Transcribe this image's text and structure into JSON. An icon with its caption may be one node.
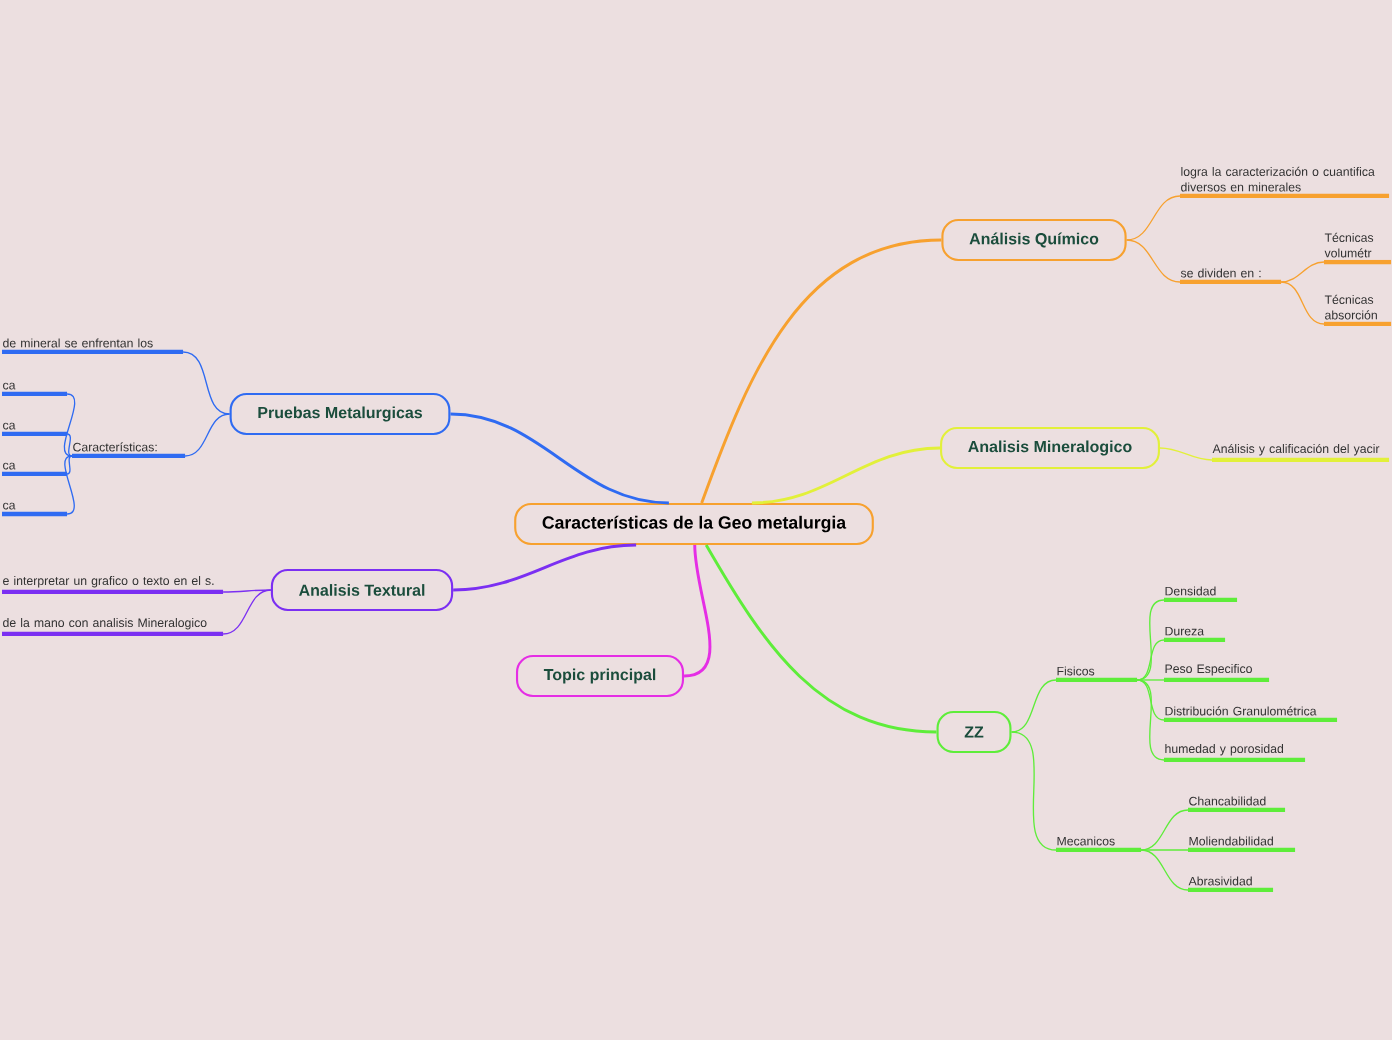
{
  "diagram": {
    "nodes": [
      {
        "text": [
          "Características de la Geo metalurgia"
        ]
      },
      {
        "text": [
          "Análisis Químico"
        ]
      },
      {
        "text": [
          "logra la caracterización o cuantifica diversos en minerales"
        ]
      },
      {
        "text": [
          "se dividen en :"
        ]
      },
      {
        "text": [
          "Técnicas volumétr"
        ]
      },
      {
        "text": [
          "Técnicas absorción"
        ]
      },
      {
        "text": [
          "Analisis Mineralogico"
        ]
      },
      {
        "text": [
          "Análisis y calificación  del yacir"
        ]
      },
      {
        "text": [
          "ZZ"
        ]
      },
      {
        "text": [
          "Fisicos"
        ]
      },
      {
        "text": [
          "Densidad"
        ]
      },
      {
        "text": [
          "Dureza"
        ]
      },
      {
        "text": [
          "Peso Especifico"
        ]
      },
      {
        "text": [
          "Distribución  Granulométrica"
        ]
      },
      {
        "text": [
          "humedad y porosidad"
        ]
      },
      {
        "text": [
          "Mecanicos"
        ]
      },
      {
        "text": [
          "Chancabilidad"
        ]
      },
      {
        "text": [
          "Moliendabilidad"
        ]
      },
      {
        "text": [
          "Abrasividad"
        ]
      },
      {
        "text": [
          "Pruebas Metalurgicas"
        ]
      },
      {
        "text": [
          "de mineral se enfrentan los"
        ]
      },
      {
        "text": [
          "Características:"
        ]
      },
      {
        "text": [
          "ca"
        ]
      },
      {
        "text": [
          "ca"
        ]
      },
      {
        "text": [
          "ca"
        ]
      },
      {
        "text": [
          "ca"
        ]
      },
      {
        "text": [
          "Analisis Textural"
        ]
      },
      {
        "text": [
          "e interpretar un grafico o texto en el s."
        ]
      },
      {
        "text": [
          "de la mano con analisis Mineralogico"
        ]
      },
      {
        "text": [
          "Topic principal"
        ]
      }
    ],
    "edges": [
      {
        "from": 0,
        "to": 1,
        "arrow": "none",
        "color": "#f7a12f"
      },
      {
        "from": 1,
        "to": 2,
        "arrow": "none",
        "color": "#f7a12f"
      },
      {
        "from": 1,
        "to": 3,
        "arrow": "none",
        "color": "#f7a12f"
      },
      {
        "from": 3,
        "to": 4,
        "arrow": "none",
        "color": "#f7a12f"
      },
      {
        "from": 3,
        "to": 5,
        "arrow": "none",
        "color": "#f7a12f"
      },
      {
        "from": 0,
        "to": 6,
        "arrow": "none",
        "color": "#e2f03a"
      },
      {
        "from": 6,
        "to": 7,
        "arrow": "none",
        "color": "#e2f03a"
      },
      {
        "from": 0,
        "to": 8,
        "arrow": "none",
        "color": "#5eed3a"
      },
      {
        "from": 8,
        "to": 9,
        "arrow": "none",
        "color": "#5eed3a"
      },
      {
        "from": 9,
        "to": 10,
        "arrow": "none",
        "color": "#5eed3a"
      },
      {
        "from": 9,
        "to": 11,
        "arrow": "none",
        "color": "#5eed3a"
      },
      {
        "from": 9,
        "to": 12,
        "arrow": "none",
        "color": "#5eed3a"
      },
      {
        "from": 9,
        "to": 13,
        "arrow": "none",
        "color": "#5eed3a"
      },
      {
        "from": 9,
        "to": 14,
        "arrow": "none",
        "color": "#5eed3a"
      },
      {
        "from": 8,
        "to": 15,
        "arrow": "none",
        "color": "#5eed3a"
      },
      {
        "from": 15,
        "to": 16,
        "arrow": "none",
        "color": "#5eed3a"
      },
      {
        "from": 15,
        "to": 17,
        "arrow": "none",
        "color": "#5eed3a"
      },
      {
        "from": 15,
        "to": 18,
        "arrow": "none",
        "color": "#5eed3a"
      },
      {
        "from": 0,
        "to": 19,
        "arrow": "none",
        "color": "#2f6bf2"
      },
      {
        "from": 19,
        "to": 20,
        "arrow": "none",
        "color": "#2f6bf2"
      },
      {
        "from": 19,
        "to": 21,
        "arrow": "none",
        "color": "#2f6bf2"
      },
      {
        "from": 21,
        "to": 22,
        "arrow": "none",
        "color": "#2f6bf2"
      },
      {
        "from": 21,
        "to": 23,
        "arrow": "none",
        "color": "#2f6bf2"
      },
      {
        "from": 21,
        "to": 24,
        "arrow": "none",
        "color": "#2f6bf2"
      },
      {
        "from": 21,
        "to": 25,
        "arrow": "none",
        "color": "#2f6bf2"
      },
      {
        "from": 0,
        "to": 26,
        "arrow": "none",
        "color": "#7b2ff2"
      },
      {
        "from": 26,
        "to": 27,
        "arrow": "none",
        "color": "#7b2ff2"
      },
      {
        "from": 26,
        "to": 28,
        "arrow": "none",
        "color": "#7b2ff2"
      },
      {
        "from": 0,
        "to": 29,
        "arrow": "none",
        "color": "#e52ee5"
      }
    ]
  }
}
